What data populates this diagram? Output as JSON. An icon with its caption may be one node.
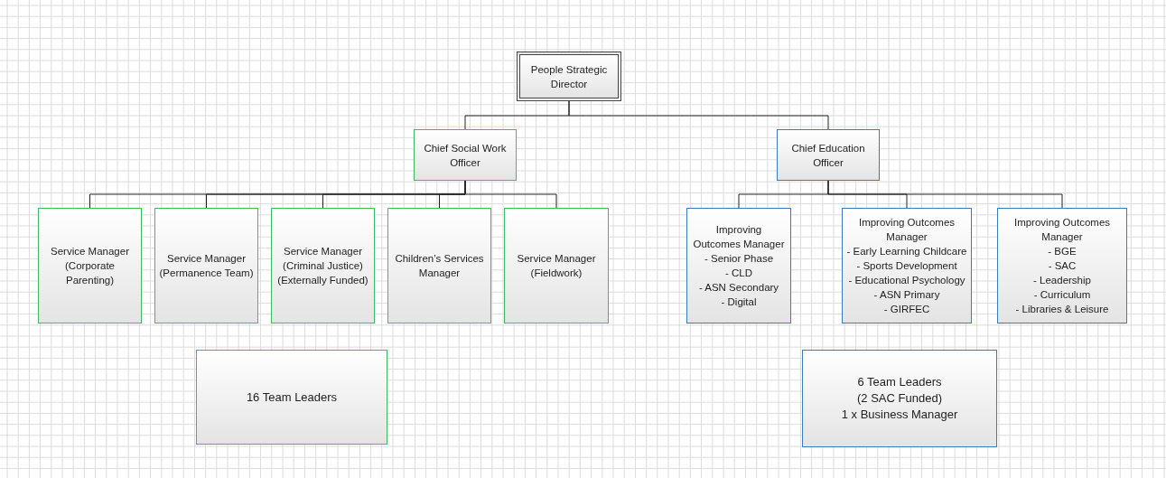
{
  "diagram": {
    "nodes": [
      {
        "text": [
          "People Strategic Director"
        ]
      },
      {
        "text": [
          "Chief Social Work Officer"
        ]
      },
      {
        "text": [
          "Chief Education Officer"
        ]
      },
      {
        "text": [
          "Service Manager (Corporate Parenting)"
        ]
      },
      {
        "text": [
          "Service Manager (Permanence Team)"
        ]
      },
      {
        "text": [
          "Service Manager (Criminal Justice) (Externally Funded)"
        ]
      },
      {
        "text": [
          "Children’s Services Manager"
        ]
      },
      {
        "text": [
          "Service Manager (Fieldwork)"
        ]
      },
      {
        "text": [
          "Improving Outcomes Manager",
          "- Senior Phase",
          "- CLD",
          "- ASN Secondary",
          "- Digital"
        ]
      },
      {
        "text": [
          "Improving Outcomes Manager",
          "- Early Learning Childcare",
          "- Sports Development",
          "- Educational Psychology",
          "- ASN Primary",
          "- GIRFEC"
        ]
      },
      {
        "text": [
          "Improving Outcomes Manager",
          "- BGE",
          "- SAC",
          "- Leadership",
          "- Curriculum",
          "- Libraries & Leisure"
        ]
      },
      {
        "text": [
          "16 Team Leaders"
        ]
      },
      {
        "text": [
          "6 Team Leaders",
          "(2 SAC Funded)",
          "1 x Business Manager"
        ]
      }
    ],
    "edges": [
      {
        "from": 0,
        "to": 1,
        "arrow": "none"
      },
      {
        "from": 0,
        "to": 2,
        "arrow": "none"
      },
      {
        "from": 1,
        "to": 3,
        "arrow": "none"
      },
      {
        "from": 1,
        "to": 4,
        "arrow": "none"
      },
      {
        "from": 1,
        "to": 5,
        "arrow": "none"
      },
      {
        "from": 1,
        "to": 6,
        "arrow": "none"
      },
      {
        "from": 1,
        "to": 7,
        "arrow": "none"
      },
      {
        "from": 2,
        "to": 8,
        "arrow": "none"
      },
      {
        "from": 2,
        "to": 9,
        "arrow": "none"
      },
      {
        "from": 2,
        "to": 10,
        "arrow": "none"
      }
    ]
  }
}
